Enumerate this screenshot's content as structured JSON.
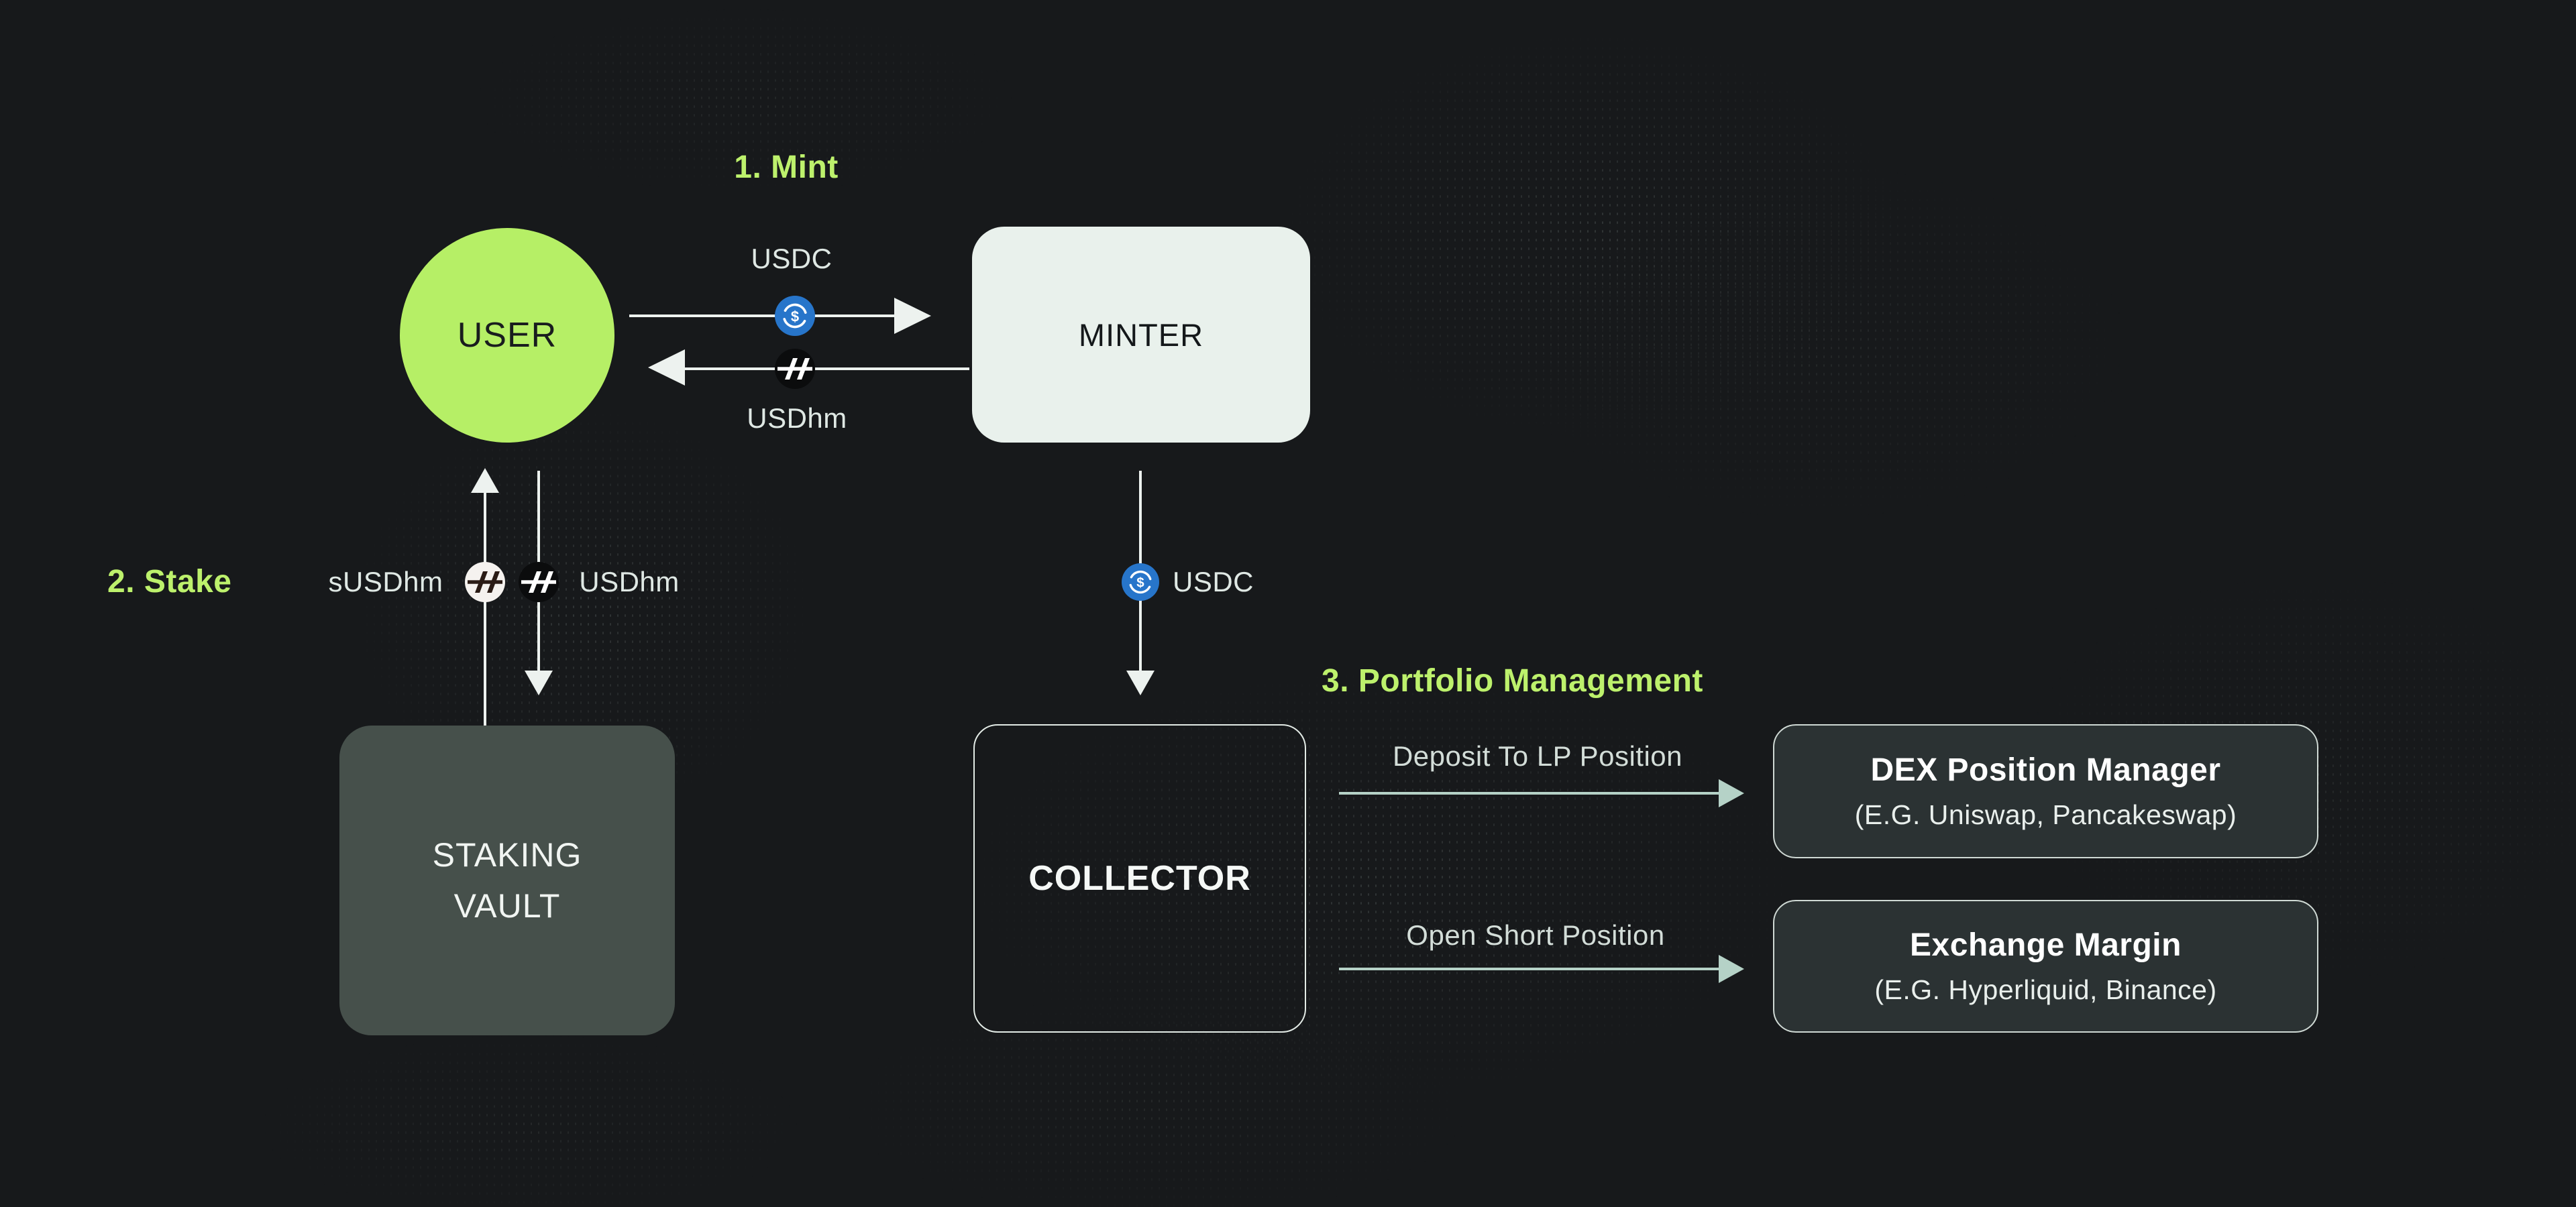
{
  "steps": {
    "mint": "1. Mint",
    "stake": "2. Stake",
    "portfolio": "3. Portfolio Management"
  },
  "nodes": {
    "user": {
      "label": "USER"
    },
    "minter": {
      "label": "MINTER"
    },
    "staking_vault": {
      "line1": "STAKING",
      "line2": "VAULT"
    },
    "collector": {
      "label": "COLLECTOR"
    },
    "dex_position_manager": {
      "title": "DEX Position Manager",
      "subtitle": "(E.G. Uniswap, Pancakeswap)"
    },
    "exchange_margin": {
      "title": "Exchange Margin",
      "subtitle": "(E.G. Hyperliquid, Binance)"
    }
  },
  "flows": {
    "user_to_minter": {
      "token": "USDC"
    },
    "minter_to_user": {
      "token": "USDhm"
    },
    "vault_to_user": {
      "token": "sUSDhm"
    },
    "user_to_vault": {
      "token": "USDhm"
    },
    "minter_to_collector": {
      "token": "USDC"
    },
    "collector_to_dex": {
      "label": "Deposit To LP Position"
    },
    "collector_to_exchange": {
      "label": "Open Short Position"
    }
  },
  "icons": {
    "usdc_symbol": "$",
    "usdc_coin": "usdc-coin-icon",
    "usdhm_coin_dark": "usdhm-coin-icon-dark",
    "usdhm_coin_light": "susdhm-coin-icon-light"
  },
  "colors": {
    "background": "#17191b",
    "accent_green": "#bdf16c",
    "user_circle": "#b6ef66",
    "minter_fill": "#e9f1ec",
    "vault_fill": "#46504b",
    "dest_fill": "#2b3233",
    "usdc_blue": "#2775ca",
    "arrow_white": "#edf2ef",
    "arrow_mint": "#b5d2c7",
    "coin_dark": "#0b0c0d",
    "coin_light": "#f5f2ef",
    "coin_logo_dark": "#2a1b15"
  }
}
